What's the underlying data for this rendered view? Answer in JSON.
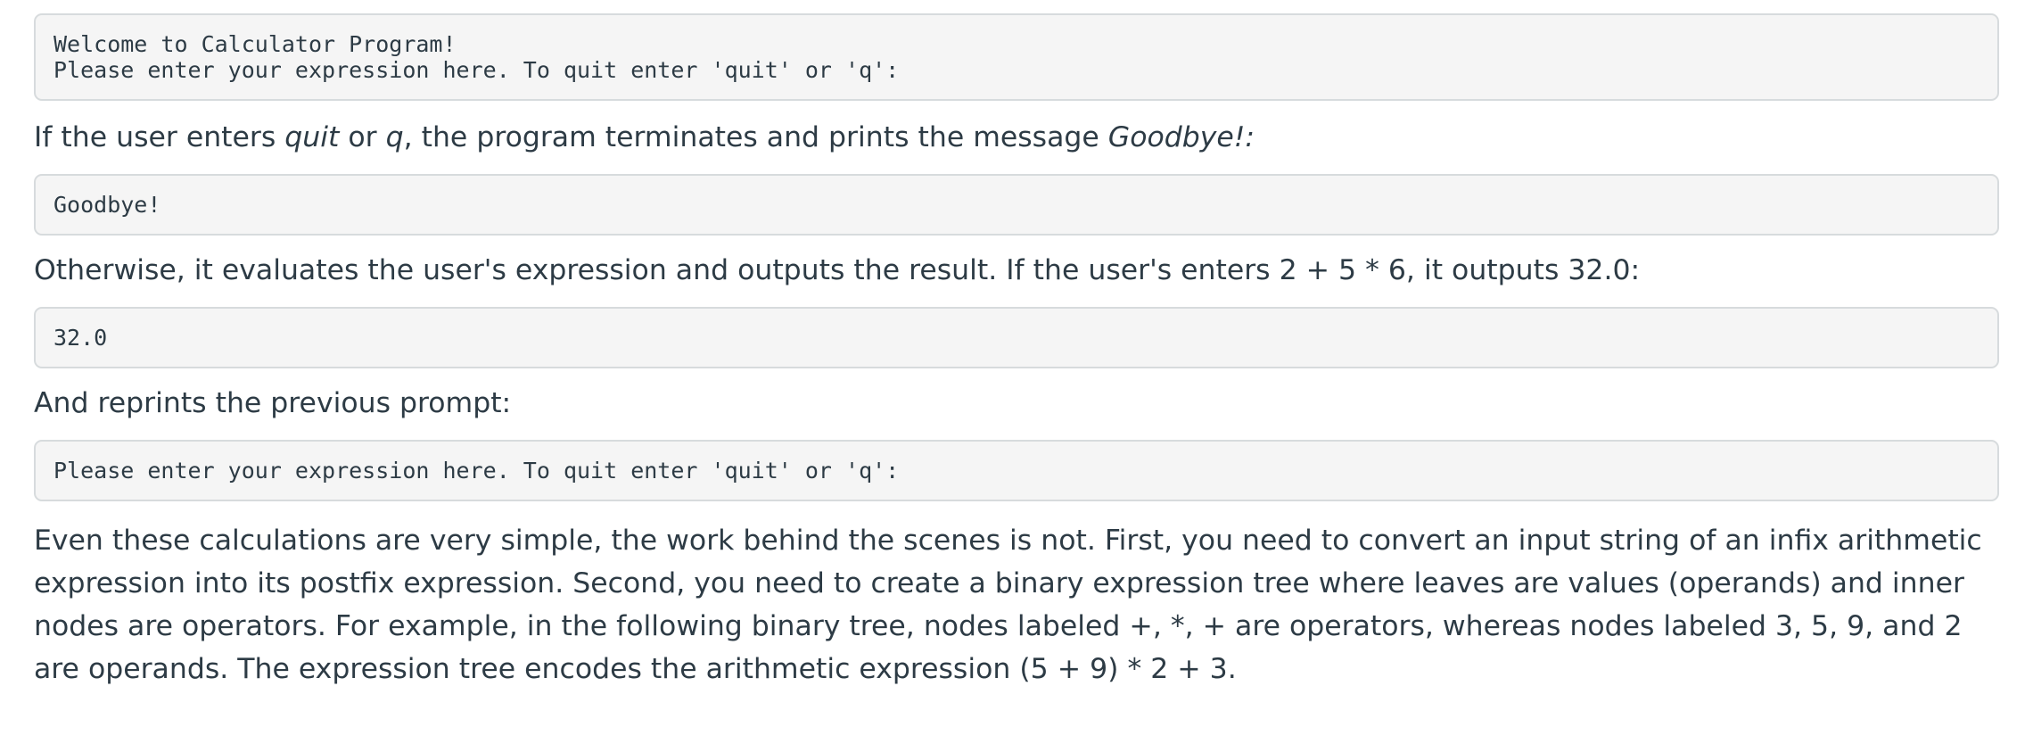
{
  "blocks": {
    "welcome": {
      "line1": "Welcome to Calculator Program!",
      "line2": "Please enter your expression here. To quit enter 'quit' or 'q':"
    },
    "goodbye": "Goodbye!",
    "result": "32.0",
    "prompt": "Please enter your expression here. To quit enter 'quit' or 'q':"
  },
  "paragraphs": {
    "p1": {
      "part1": "If the user enters ",
      "em1": "quit",
      "part2": " or ",
      "em2": "q",
      "part3": ", the program terminates and prints the message ",
      "em3": "Goodbye!:",
      "part4": ""
    },
    "p2": "Otherwise, it evaluates the user's expression and outputs the result. If the user's enters 2 + 5 * 6, it outputs 32.0:",
    "p3": "And reprints the previous prompt:",
    "p4": "Even these calculations are very simple, the work behind the scenes is not. First, you need to convert an input string of an infix arithmetic expression into its postfix expression. Second, you need to create a binary expression tree where leaves are values (operands) and inner nodes are operators. For example, in the following binary tree, nodes labeled +, *, + are operators, whereas nodes labeled 3, 5, 9, and 2 are operands. The expression tree encodes the arithmetic expression (5 + 9) * 2 + 3."
  }
}
